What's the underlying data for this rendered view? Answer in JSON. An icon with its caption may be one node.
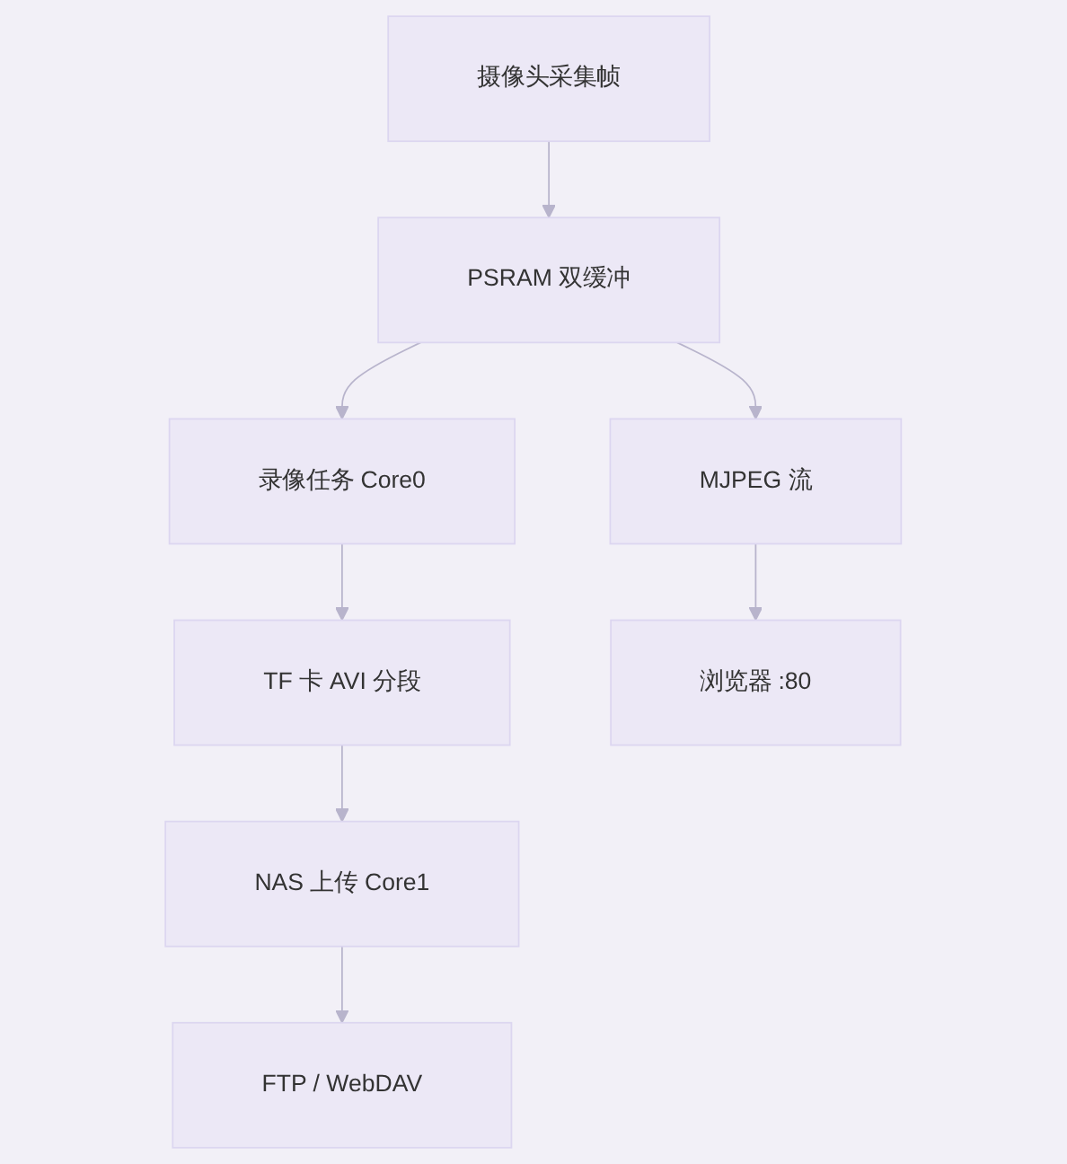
{
  "diagram": {
    "nodes": [
      {
        "text": [
          "摄像头采集帧"
        ]
      },
      {
        "text": [
          "PSRAM 双缓冲"
        ]
      },
      {
        "text": [
          "录像任务 Core0"
        ]
      },
      {
        "text": [
          "MJPEG 流"
        ]
      },
      {
        "text": [
          "TF 卡 AVI 分段"
        ]
      },
      {
        "text": [
          "浏览器 :80"
        ]
      },
      {
        "text": [
          "NAS 上传 Core1"
        ]
      },
      {
        "text": [
          "FTP / WebDAV"
        ]
      }
    ],
    "edges": [
      {
        "from": 0,
        "to": 1,
        "arrow": "to"
      },
      {
        "from": 1,
        "to": 2,
        "arrow": "to"
      },
      {
        "from": 1,
        "to": 3,
        "arrow": "to"
      },
      {
        "from": 2,
        "to": 4,
        "arrow": "to"
      },
      {
        "from": 3,
        "to": 5,
        "arrow": "to"
      },
      {
        "from": 4,
        "to": 6,
        "arrow": "to"
      },
      {
        "from": 6,
        "to": 7,
        "arrow": "to"
      }
    ]
  }
}
